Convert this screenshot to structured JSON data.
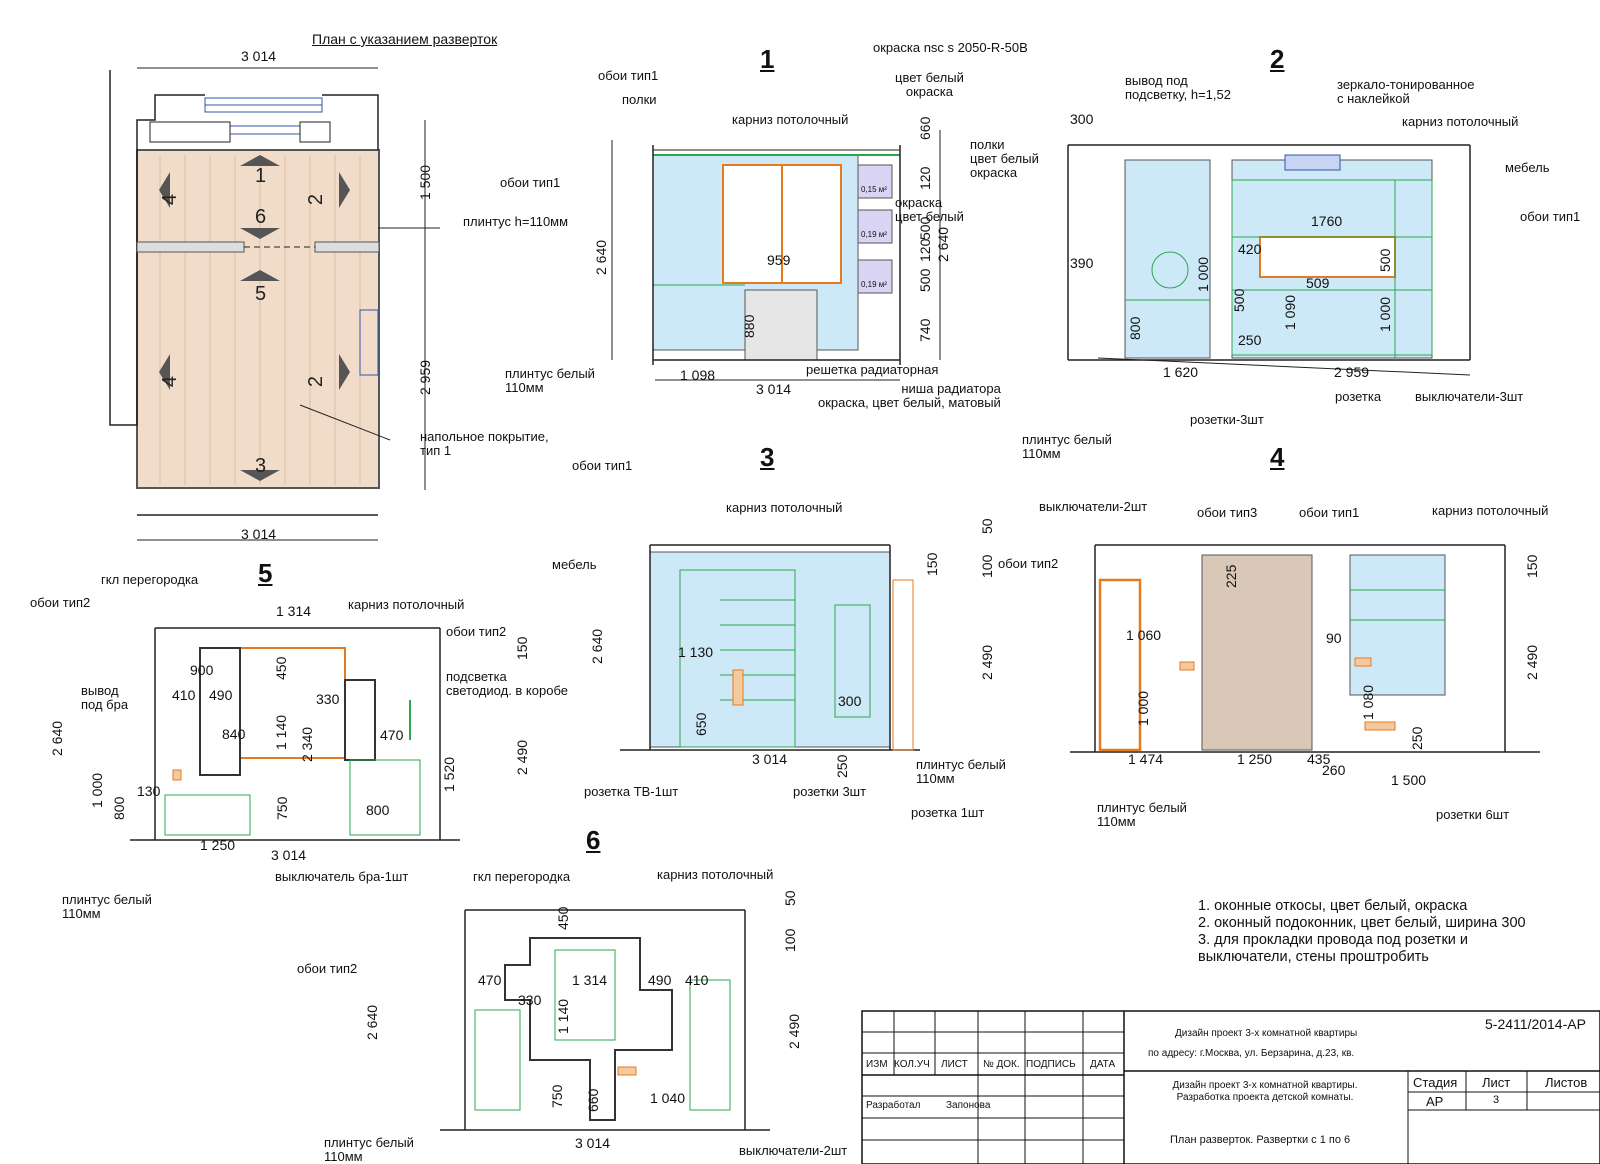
{
  "plan": {
    "title": "План с указанием разверток",
    "dim_top": "3 014",
    "dim_bottom": "3 014",
    "dim_v1": "1 500",
    "dim_v2": "2 959",
    "arrows": [
      "1",
      "2",
      "3",
      "4",
      "5",
      "6",
      "4",
      "2"
    ],
    "labels": {
      "plinth": "плинтус h=110мм",
      "floor": "напольное покрытие,\nтип 1"
    }
  },
  "views": {
    "v1": {
      "number": "1",
      "labels": [
        "окраска nsc s 2050-R-50B",
        "обои тип1",
        "полки",
        "цвет белый\nокраска",
        "карниз потолочный",
        "полки\nцвет белый\nокраска",
        "обои тип1",
        "окраска\nцвет белый",
        "плинтус белый\n110мм",
        "решетка радиаторная",
        "ниша радиатора\nокраска, цвет белый, матовый"
      ],
      "dims": [
        "959",
        "880",
        "1 098",
        "3 014",
        "660",
        "120",
        "500",
        "120",
        "500",
        "740",
        "2 640",
        "2 640"
      ],
      "areas": [
        "0,15 м²",
        "0,19 м²",
        "0,19 м²"
      ]
    },
    "v2": {
      "number": "2",
      "labels": [
        "вывод под\nподсветку, h=1,52",
        "зеркало-тонированное\nс наклейкой",
        "карниз потолочный",
        "мебель",
        "обои тип1",
        "розетки-3шт",
        "розетка",
        "выключатели-3шт",
        "плинтус белый\n110мм"
      ],
      "dims": [
        "300",
        "390",
        "1760",
        "420",
        "509",
        "500",
        "1 000",
        "1 000",
        "500",
        "800",
        "1 090",
        "250",
        "1 620",
        "2 959"
      ]
    },
    "v3": {
      "number": "3",
      "labels": [
        "обои тип1",
        "карниз потолочный",
        "мебель",
        "розетка ТВ-1шт",
        "розетки 3шт",
        "плинтус белый\n110мм",
        "розетка 1шт"
      ],
      "dims": [
        "2 640",
        "1 130",
        "650",
        "300",
        "3 014",
        "250",
        "150",
        "2 490",
        "100",
        "50"
      ]
    },
    "v4": {
      "number": "4",
      "labels": [
        "выключатели-2шт",
        "обои тип3",
        "обои тип1",
        "карниз потолочный",
        "обои тип2",
        "плинтус белый\n110мм",
        "розетки 6шт"
      ],
      "dims": [
        "1 060",
        "1 000",
        "225",
        "90",
        "1 080",
        "250",
        "1 474",
        "1 250",
        "435",
        "260",
        "1 500",
        "150",
        "2 490"
      ]
    },
    "v5": {
      "number": "5",
      "labels": [
        "гкл перегородка",
        "обои тип2",
        "карниз потолочный",
        "обои тип2",
        "вывод\nпод бра",
        "подсветка\nсветодиод. в коробе",
        "плинтус белый\n110мм",
        "выключатель бра-1шт"
      ],
      "dims": [
        "1 314",
        "900",
        "450",
        "410",
        "490",
        "330",
        "840",
        "1 140",
        "2 340",
        "470",
        "150",
        "2 640",
        "2 490",
        "1 520",
        "1 000",
        "800",
        "130",
        "750",
        "800",
        "1 250",
        "3 014"
      ]
    },
    "v6": {
      "number": "6",
      "labels": [
        "гкл перегородка",
        "карниз потолочный",
        "обои тип2",
        "плинтус белый\n110мм",
        "выключатели-2шт"
      ],
      "dims": [
        "450",
        "470",
        "330",
        "1 314",
        "490",
        "410",
        "1 140",
        "2 640",
        "2 490",
        "750",
        "660",
        "1 040",
        "3 014",
        "100",
        "50"
      ]
    }
  },
  "notes": [
    "1. оконные откосы, цвет белый, окраска",
    "2. оконный подоконник, цвет белый, ширина 300",
    "3. для прокладки провода под розетки и",
    "выключатели, стены проштробить"
  ],
  "title_block": {
    "code": "5-2411/2014-АР",
    "project": "Дизайн проект 3-х комнатной квартиры",
    "address": "по адресу: г.Москва, ул. Берзарина, д.23, кв.",
    "cols": [
      "ИЗМ",
      "КОЛ.УЧ",
      "ЛИСТ",
      "№ ДОК.",
      "ПОДПИСЬ",
      "ДАТА"
    ],
    "developed_label": "Разработал",
    "developer": "Запонова",
    "sheet_title": "Дизайн проект 3-х комнатной квартиры.\nРазработка проекта детской комнаты.",
    "stage_label": "Стадия",
    "sheet_label": "Лист",
    "sheets_label": "Листов",
    "stage": "АР",
    "sheet": "3",
    "content": "План разверток. Развертки с 1 по 6"
  },
  "colors": {
    "wall_blue": "#cde8f7",
    "floor": "#f0dcc8",
    "furniture_green": "#2aa84a",
    "door_orange": "#e57a1e",
    "wallpaper3": "#d9c8b8",
    "panel_purple": "#d8d4f4"
  }
}
